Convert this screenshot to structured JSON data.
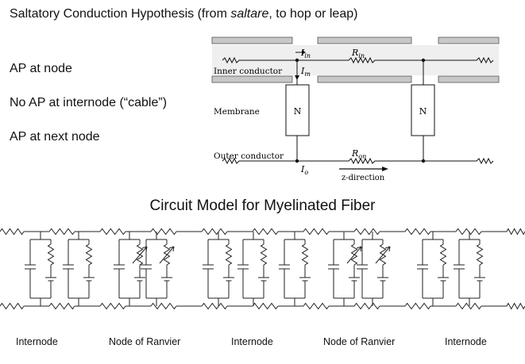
{
  "title": {
    "prefix": "Saltatory Conduction Hypothesis (from ",
    "italic": "saltare",
    "suffix": ", to hop or leap)"
  },
  "bullets": [
    "AP at node",
    "No AP at internode (“cable”)",
    "AP at next node"
  ],
  "top_diagram": {
    "inner_conductor": "Inner conductor",
    "outer_conductor": "Outer conductor",
    "membrane": "Membrane",
    "node_label": "N",
    "i_in": "I",
    "i_in_sub": "in",
    "i_m": "I",
    "i_m_sub": "m",
    "i_o": "I",
    "i_o_sub": "o",
    "r_in": "R",
    "r_in_sub": "in",
    "r_on": "R",
    "r_on_sub": "on",
    "direction": "z-direction"
  },
  "circuit_title": "Circuit Model for Myelinated Fiber",
  "segments": [
    "Internode",
    "Node of Ranvier",
    "Internode",
    "Node of Ranvier",
    "Internode"
  ]
}
